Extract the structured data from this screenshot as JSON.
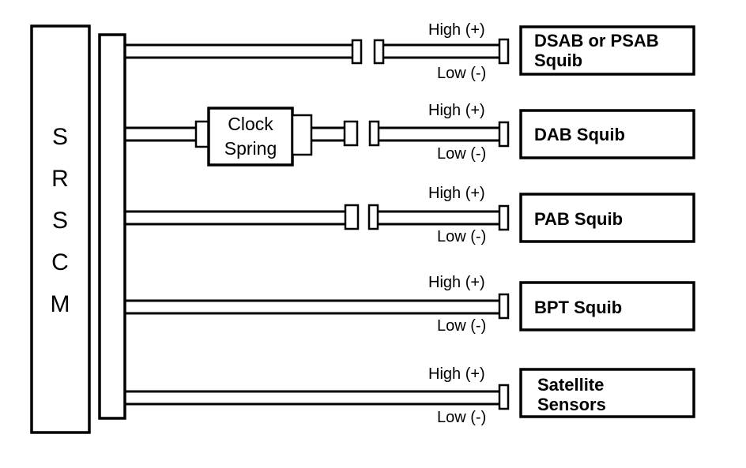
{
  "module": {
    "letters": [
      "S",
      "R",
      "S",
      "C",
      "M"
    ]
  },
  "clock_spring": {
    "line1": "Clock",
    "line2": "Spring"
  },
  "polarity": {
    "high": "High (+)",
    "low": "Low (-)"
  },
  "squibs": [
    {
      "line1": "DSAB or PSAB",
      "line2": "Squib"
    },
    {
      "line1": "DAB Squib",
      "line2": ""
    },
    {
      "line1": "PAB Squib",
      "line2": ""
    },
    {
      "line1": "BPT  Squib",
      "line2": ""
    },
    {
      "line1": "Satellite",
      "line2": "Sensors"
    }
  ]
}
